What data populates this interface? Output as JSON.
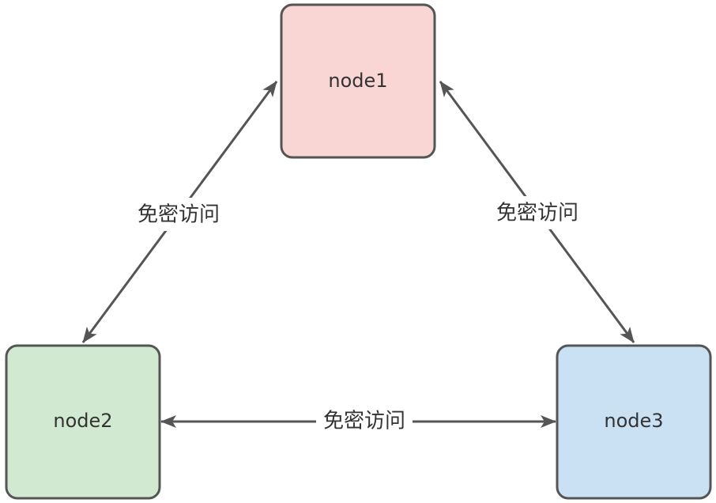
{
  "colors": {
    "stroke": "#555555",
    "node1_fill": "#f9d5d3",
    "node2_fill": "#d2e9d1",
    "node3_fill": "#c9e1f3",
    "text": "#333333"
  },
  "nodes": {
    "node1": {
      "label": "node1"
    },
    "node2": {
      "label": "node2"
    },
    "node3": {
      "label": "node3"
    }
  },
  "edges": {
    "node1_node2": {
      "label": "免密访问",
      "direction": "bidirectional"
    },
    "node1_node3": {
      "label": "免密访问",
      "direction": "bidirectional"
    },
    "node2_node3": {
      "label": "免密访问",
      "direction": "bidirectional"
    }
  }
}
